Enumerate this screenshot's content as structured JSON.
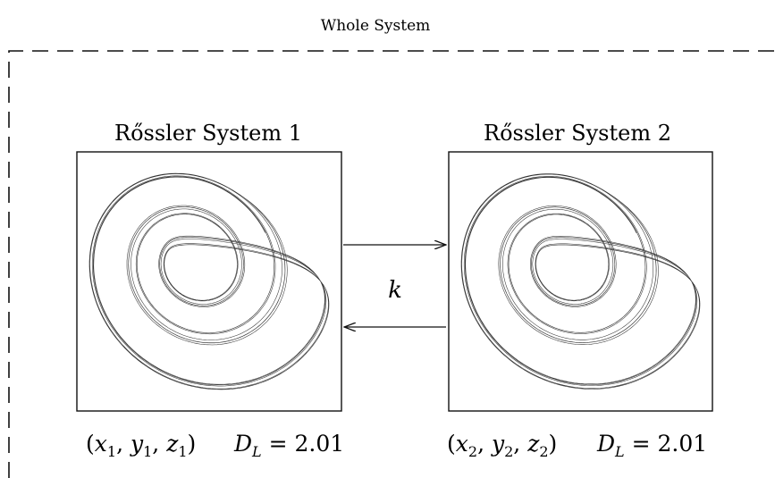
{
  "diagram": {
    "title": "Whole System",
    "system1": {
      "label": "Rőssler System 1",
      "var_x": "x",
      "var_y": "y",
      "var_z": "z",
      "index": "1",
      "dim_symbol": "D",
      "dim_sub": "L",
      "dim_value": "2.01"
    },
    "system2": {
      "label": "Rőssler System 2",
      "var_x": "x",
      "var_y": "y",
      "var_z": "z",
      "index": "2",
      "dim_symbol": "D",
      "dim_sub": "L",
      "dim_value": "2.01"
    },
    "coupling_label": "k"
  },
  "colors": {
    "ink": "#111111",
    "background": "#ffffff"
  }
}
